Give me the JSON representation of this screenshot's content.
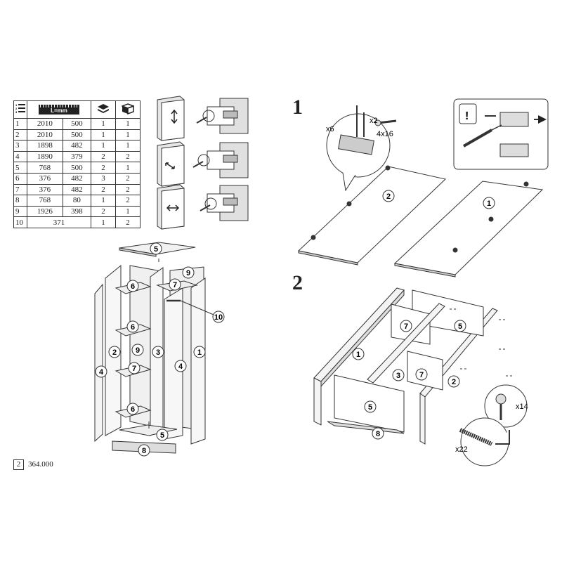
{
  "parts_table": {
    "ruler_label": "L=mm",
    "rows": [
      {
        "no": "1",
        "length": "2010",
        "width": "500",
        "qty": "1",
        "packs": "1"
      },
      {
        "no": "2",
        "length": "2010",
        "width": "500",
        "qty": "1",
        "packs": "1"
      },
      {
        "no": "3",
        "length": "1898",
        "width": "482",
        "qty": "1",
        "packs": "1"
      },
      {
        "no": "4",
        "length": "1890",
        "width": "379",
        "qty": "2",
        "packs": "2"
      },
      {
        "no": "5",
        "length": "768",
        "width": "500",
        "qty": "2",
        "packs": "1"
      },
      {
        "no": "6",
        "length": "376",
        "width": "482",
        "qty": "3",
        "packs": "2"
      },
      {
        "no": "7",
        "length": "376",
        "width": "482",
        "qty": "2",
        "packs": "2"
      },
      {
        "no": "8",
        "length": "768",
        "width": "80",
        "qty": "1",
        "packs": "2"
      },
      {
        "no": "9",
        "length": "1926",
        "width": "398",
        "qty": "2",
        "packs": "1"
      },
      {
        "no": "10",
        "length": "371",
        "width": "",
        "qty": "1",
        "packs": "2"
      }
    ]
  },
  "footer": {
    "page": "2",
    "code": "364.000"
  },
  "steps": {
    "step1": "1",
    "step2": "2"
  },
  "step1_hardware": {
    "qty_a": "x6",
    "qty_b": "x2",
    "screw_size": "4x16"
  },
  "step2_hardware": {
    "qty_a": "x14",
    "qty_b": "x22"
  },
  "exploded_labels": [
    "5",
    "9",
    "6",
    "7",
    "10",
    "6",
    "2",
    "9",
    "3",
    "4",
    "1",
    "4",
    "7",
    "6",
    "5",
    "8"
  ],
  "step1_labels": [
    "2",
    "1"
  ],
  "step2_labels": [
    "7",
    "5",
    "1",
    "3",
    "7",
    "2",
    "5",
    "8"
  ],
  "warning_icon": "exclamation-icon"
}
